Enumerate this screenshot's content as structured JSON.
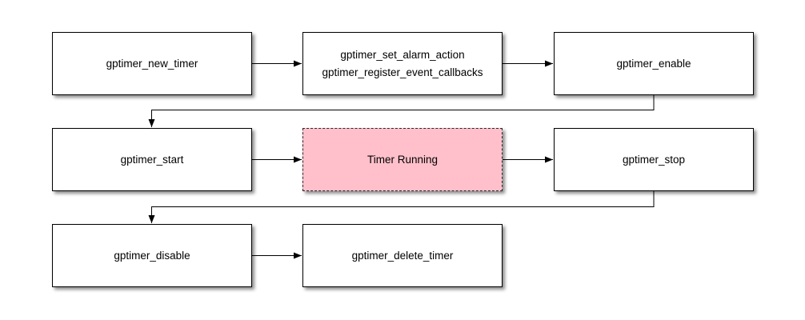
{
  "diagram": {
    "description": "GPTimer API lifecycle flowchart",
    "nodes": {
      "new_timer": {
        "label": "gptimer_new_timer"
      },
      "configure": {
        "line1": "gptimer_set_alarm_action",
        "line2": "gptimer_register_event_callbacks"
      },
      "enable": {
        "label": "gptimer_enable"
      },
      "start": {
        "label": "gptimer_start"
      },
      "timer_running": {
        "label": "Timer Running"
      },
      "stop": {
        "label": "gptimer_stop"
      },
      "disable": {
        "label": "gptimer_disable"
      },
      "delete_timer": {
        "label": "gptimer_delete_timer"
      }
    },
    "edges": [
      {
        "from": "new_timer",
        "to": "configure"
      },
      {
        "from": "configure",
        "to": "enable"
      },
      {
        "from": "enable",
        "to": "start"
      },
      {
        "from": "start",
        "to": "timer_running"
      },
      {
        "from": "timer_running",
        "to": "stop"
      },
      {
        "from": "stop",
        "to": "disable"
      },
      {
        "from": "disable",
        "to": "delete_timer"
      }
    ],
    "colors": {
      "background": "#ffffff",
      "node_fill": "#ffffff",
      "node_border": "#000000",
      "highlight_fill": "#ffc0cb",
      "connector": "#000000",
      "text": "#000000"
    }
  }
}
